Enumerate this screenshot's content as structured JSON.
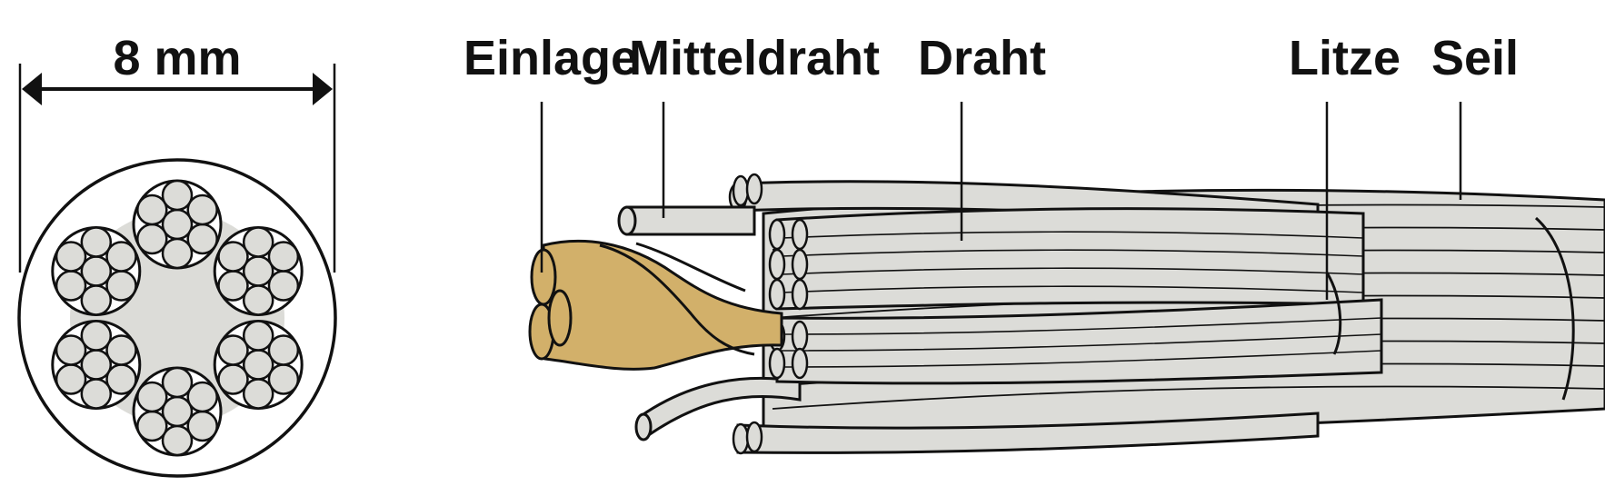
{
  "dimension": {
    "label": "8 mm"
  },
  "labels": {
    "einlage": "Einlage",
    "mitteldraht": "Mitteldraht",
    "draht": "Draht",
    "litze": "Litze",
    "seil": "Seil"
  },
  "colors": {
    "steel": "#dcdcd8",
    "steel_dark": "#c9c9c4",
    "core": "#d2b06a",
    "outline": "#111111",
    "background": "#ffffff"
  }
}
